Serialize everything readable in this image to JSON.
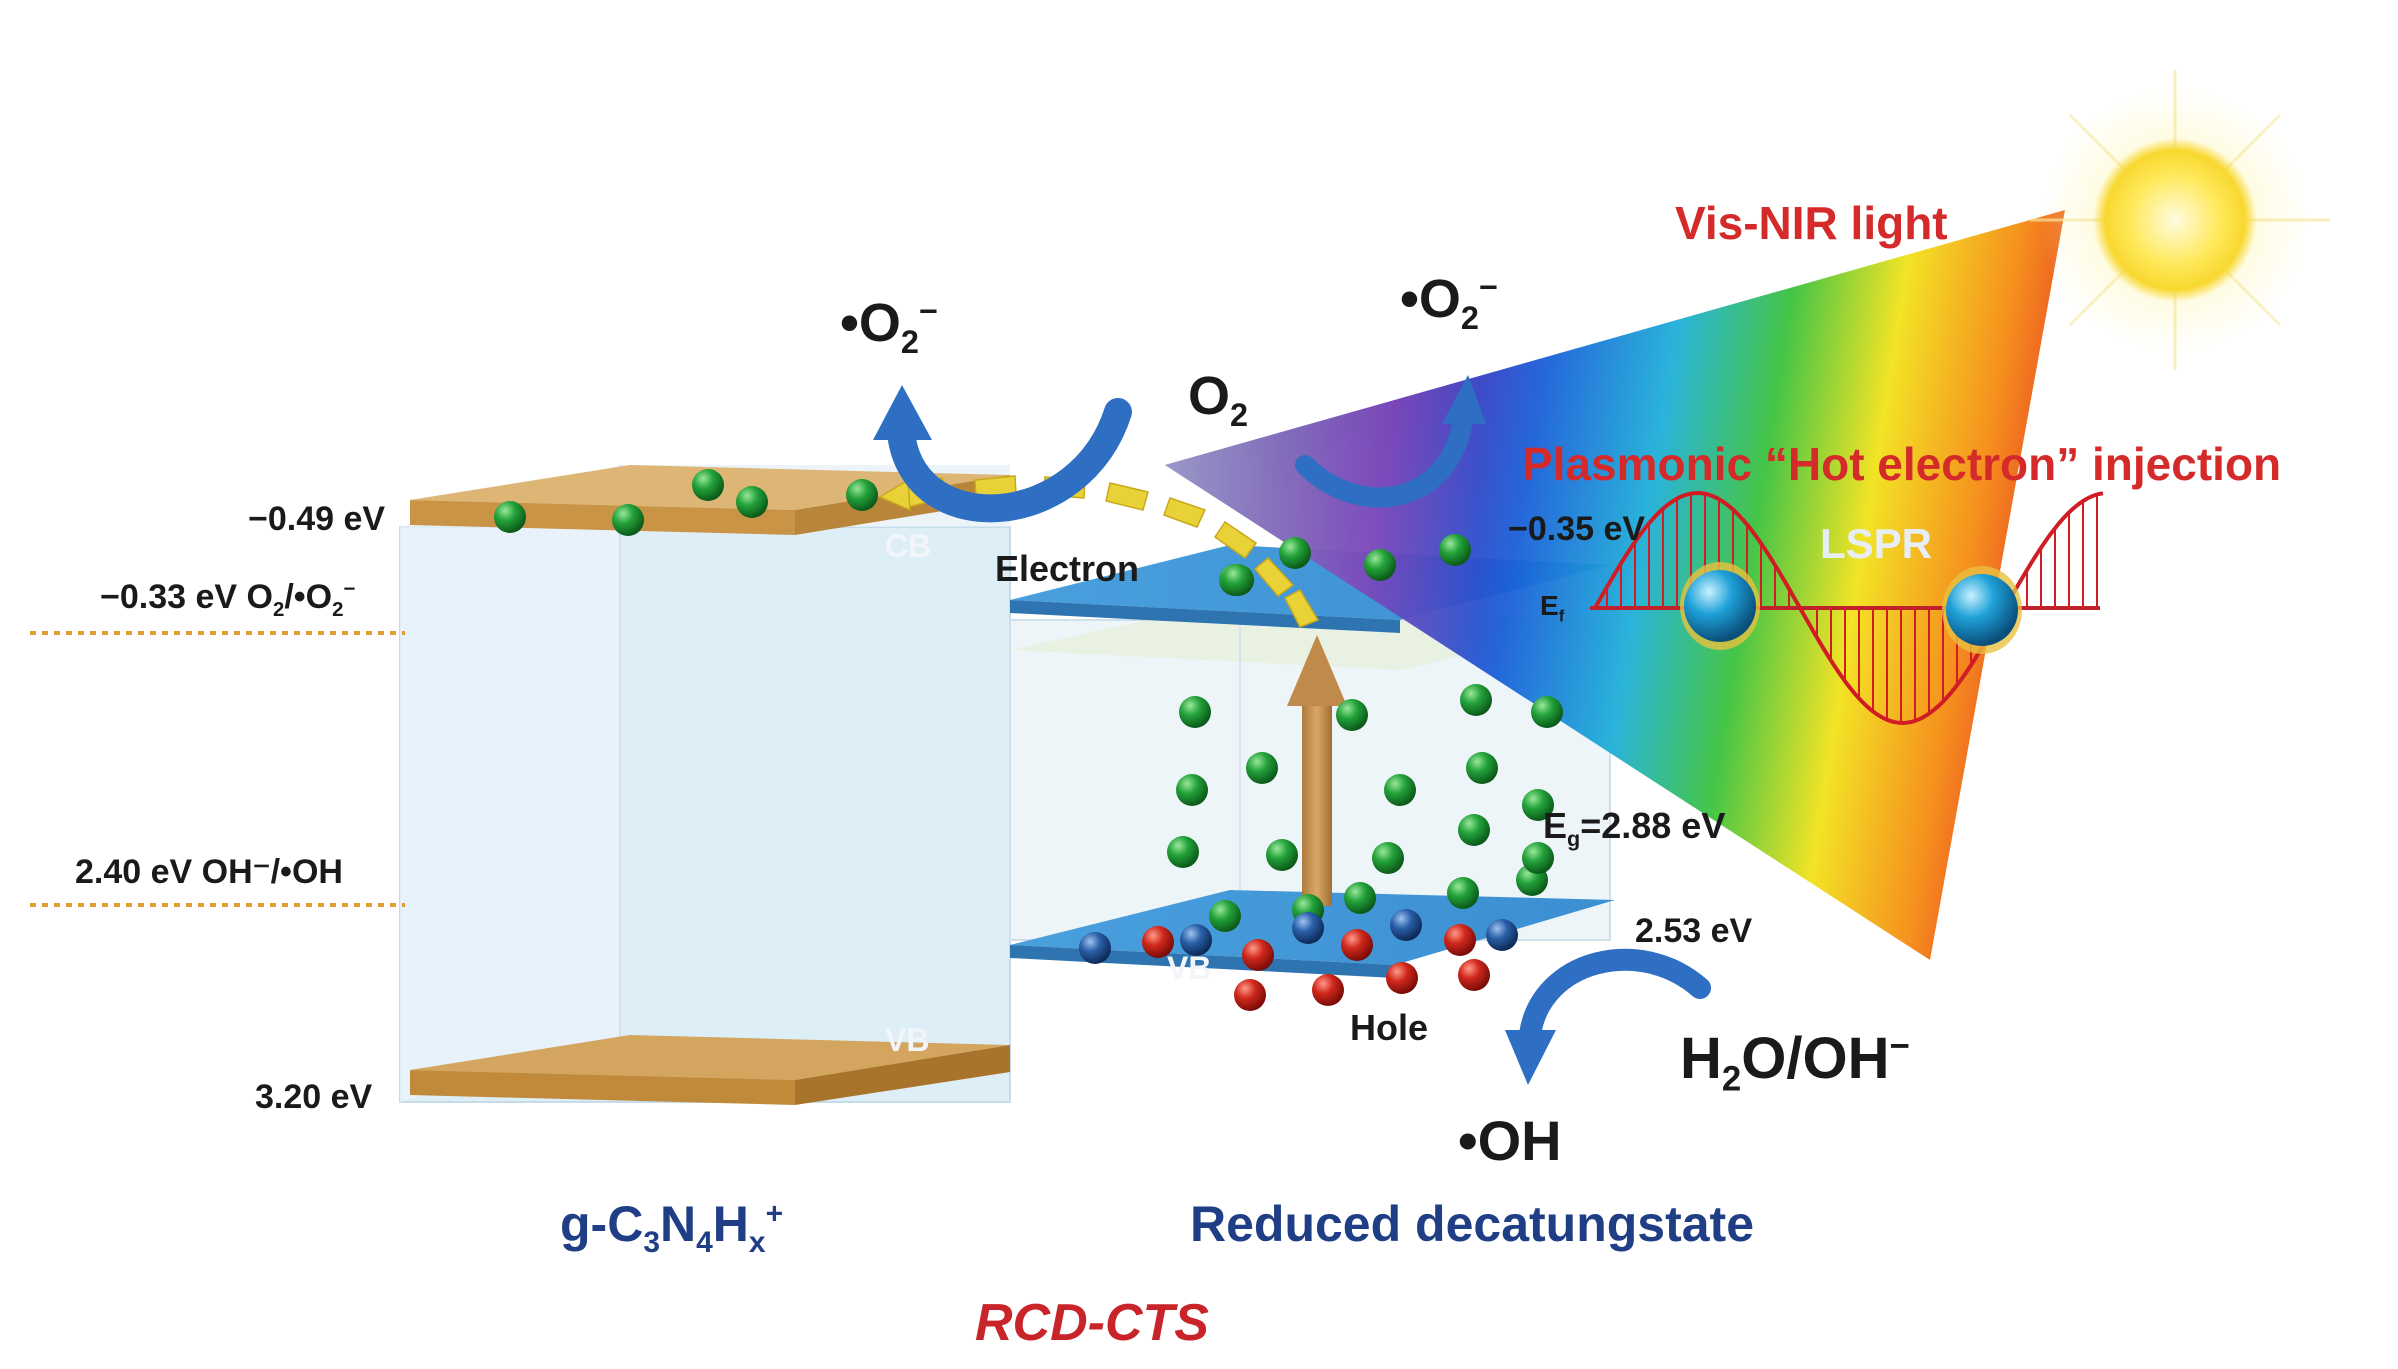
{
  "light": {
    "title": "Vis-NIR light",
    "injection": "Plasmonic “Hot electron” injection",
    "lspr": "LSPR",
    "fermi_E": "E",
    "fermi_sub": "f"
  },
  "energies": {
    "gcn_cb": "−0.49 eV",
    "gcn_vb": "3.20 eV",
    "o2_potential_prefix": "−0.33 eV O",
    "o2_potential_mid": "/•O",
    "oh_potential": "2.40 eV OH⁻/•OH",
    "rdc_cb": "−0.35 eV",
    "rdc_vb": "2.53 eV",
    "bandgap_E": "E",
    "bandgap_sub": "g",
    "bandgap_value": "=2.88 eV"
  },
  "bands": {
    "cb": "CB",
    "vb": "VB",
    "vb_right": "VB",
    "electron": "Electron",
    "hole": "Hole"
  },
  "species": {
    "superoxide_left": "•O",
    "superoxide_right": "•O",
    "o2": "O",
    "water": "H",
    "water_rest": "O/OH",
    "hydroxyl": "•OH"
  },
  "materials": {
    "gcn_prefix": "g-C",
    "gcn_n": "N",
    "gcn_h": "H",
    "rdc": "Reduced decatungstate",
    "composite": "RCD-CTS"
  }
}
